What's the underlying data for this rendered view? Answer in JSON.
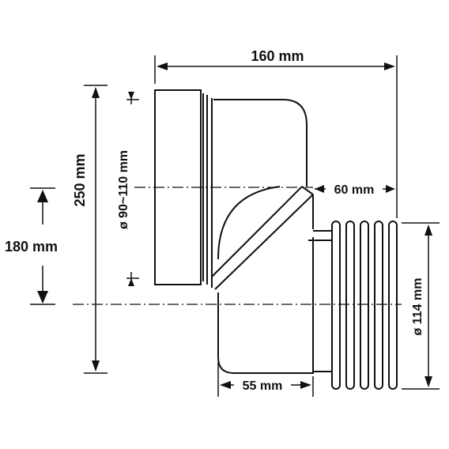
{
  "dimensions": {
    "width_top": "160 mm",
    "height_total": "250 mm",
    "height_axis": "180 mm",
    "inlet_diameter": "ø 90~110 mm",
    "offset_right": "60 mm",
    "outlet_diameter": "ø 114 mm",
    "bottom_width": "55 mm"
  },
  "colors": {
    "line": "#111111",
    "background": "#ffffff"
  }
}
